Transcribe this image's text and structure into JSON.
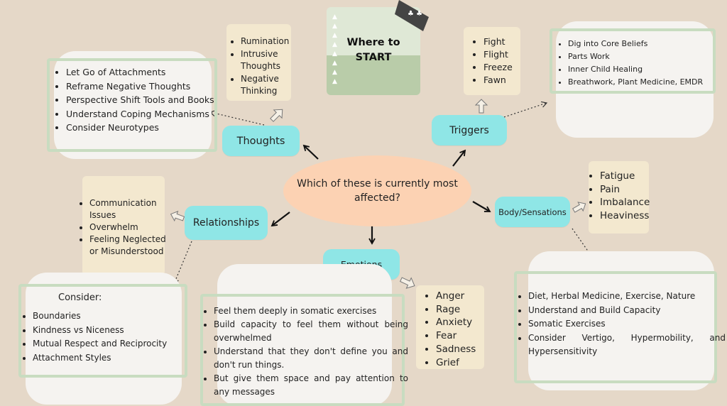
{
  "center": {
    "text": "Which of these is currently most affected?"
  },
  "start": {
    "line1": "Where to",
    "line2": "START"
  },
  "nodes": {
    "thoughts": "Thoughts",
    "triggers": "Triggers",
    "relationships": "Relationships",
    "emotions": "Emotions",
    "body": "Body/Sensations"
  },
  "thoughts_types": [
    "Rumination",
    "Intrusive Thoughts",
    "Negative Thinking"
  ],
  "thoughts_actions": [
    "Let Go of Attachments",
    "Reframe Negative Thoughts",
    "Perspective Shift Tools and Books",
    "Understand Coping Mechanisms",
    "Consider Neurotypes"
  ],
  "triggers_types": [
    "Fight",
    "Flight",
    "Freeze",
    "Fawn"
  ],
  "triggers_actions": [
    "Dig into Core Beliefs",
    "Parts Work",
    "Inner Child Healing",
    "Breathwork, Plant Medicine, EMDR"
  ],
  "body_types": [
    "Fatigue",
    "Pain",
    "Imbalance",
    "Heaviness"
  ],
  "body_actions": [
    "Diet, Herbal Medicine, Exercise, Nature",
    "Understand and Build Capacity",
    "Somatic Exercises",
    "Consider Vertigo, Hypermobility, and Hypersensitivity"
  ],
  "relationships_types": [
    "Communication Issues",
    "Overwhelm",
    "Feeling Neglected or Misunderstood"
  ],
  "relationships_actions": {
    "heading": "Consider:",
    "items": [
      "Boundaries",
      "Kindness vs Niceness",
      "Mutual Respect and Reciprocity",
      "Attachment Styles"
    ]
  },
  "emotions_types": [
    "Anger",
    "Rage",
    "Anxiety",
    "Fear",
    "Sadness",
    "Grief"
  ],
  "emotions_actions": [
    "Feel them deeply in somatic exercises",
    "Build capacity to feel them without being overwhelmed",
    "Understand that they don't define you and don't run things.",
    "But give them space and pay attention to any messages"
  ],
  "colors": {
    "background": "#e5d8c8",
    "node": "#8fe6e6",
    "center": "#fcd2b3",
    "card": "#f3e8cf",
    "white_card": "#f5f3f0",
    "frame": "#c8dcc0",
    "start_light": "#dfe8d6",
    "start_dark": "#b9cca9",
    "tag": "#444444"
  },
  "icons": [
    "notebook-icon",
    "tag-icon",
    "arrow-icon",
    "dotted-arrow-icon",
    "hollow-arrow-icon"
  ]
}
